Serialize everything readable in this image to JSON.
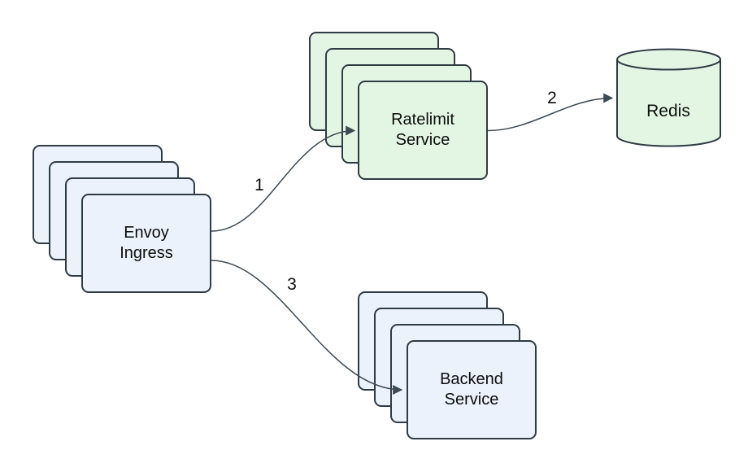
{
  "diagram": {
    "nodes": {
      "envoy": {
        "label": "Envoy\nIngress",
        "type": "stack",
        "stack_count": 4,
        "color": "blue"
      },
      "ratelimit": {
        "label": "Ratelimit\nService",
        "type": "stack",
        "stack_count": 4,
        "color": "green"
      },
      "redis": {
        "label": "Redis",
        "type": "cylinder",
        "color": "green"
      },
      "backend": {
        "label": "Backend\nService",
        "type": "stack",
        "stack_count": 4,
        "color": "blue"
      }
    },
    "edges": [
      {
        "label": "1",
        "from": "envoy",
        "to": "ratelimit"
      },
      {
        "label": "2",
        "from": "ratelimit",
        "to": "redis"
      },
      {
        "label": "3",
        "from": "envoy",
        "to": "backend"
      }
    ],
    "colors": {
      "node_blue_fill": "#ebf2fc",
      "node_green_fill": "#e3f6e3",
      "node_border": "#2f3b45",
      "edge": "#3e4a54",
      "text": "#0d0d0d",
      "background": "#ffffff"
    }
  }
}
